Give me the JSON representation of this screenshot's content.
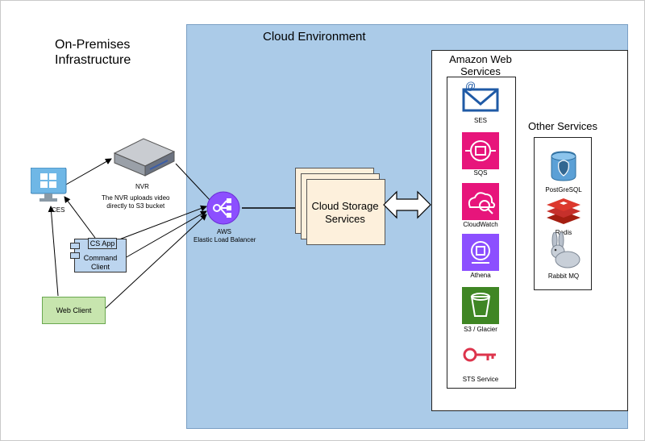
{
  "regions": {
    "on_premises_title": "On-Premises\nInfrastructure",
    "cloud_title": "Cloud Environment",
    "aws_title": "Amazon Web\nServices",
    "other_title": "Other Services"
  },
  "on_premises": {
    "ces_label": "CES",
    "nvr_label": "NVR",
    "nvr_note": "The NVR uploads video\ndirectly to S3 bucket",
    "cs_app_label": "CS App",
    "command_client_label": "Command Client",
    "web_client_label": "Web Client"
  },
  "cloud": {
    "elb_label": "AWS\nElastic Load Balancer",
    "storage_label": "Cloud Storage\nServices"
  },
  "aws_services": [
    {
      "label": "SES",
      "icon": "email-icon",
      "color": "#1f5aa6"
    },
    {
      "label": "SQS",
      "icon": "queue-icon",
      "color": "#e7157b"
    },
    {
      "label": "CloudWatch",
      "icon": "cloudwatch-icon",
      "color": "#e7157b"
    },
    {
      "label": "Athena",
      "icon": "athena-icon",
      "color": "#8c4fff"
    },
    {
      "label": "S3 / Glacier",
      "icon": "bucket-icon",
      "color": "#3f8624"
    },
    {
      "label": "STS Service",
      "icon": "key-icon",
      "color": "#dd344c"
    }
  ],
  "other_services": [
    {
      "label": "PostGreSQL",
      "icon": "postgresql-icon"
    },
    {
      "label": "Redis",
      "icon": "redis-icon"
    },
    {
      "label": "Rabbit MQ",
      "icon": "rabbit-icon"
    }
  ]
}
